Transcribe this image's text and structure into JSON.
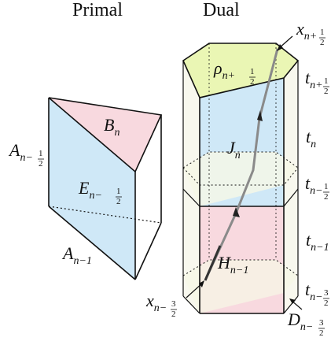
{
  "titles": {
    "primal": "Primal",
    "dual": "Dual"
  },
  "primal_labels": {
    "B": {
      "base": "B",
      "sub": "n"
    },
    "E": {
      "base": "E",
      "sub": "n−",
      "frac_num": "1",
      "frac_den": "2"
    },
    "A_half": {
      "base": "A",
      "sub": "n−",
      "frac_num": "1",
      "frac_den": "2"
    },
    "A_prev": {
      "base": "A",
      "sub": "n−1"
    }
  },
  "dual_labels": {
    "rho": {
      "base": "ρ",
      "sub": "n+",
      "frac_num": "1",
      "frac_den": "2"
    },
    "J": {
      "base": "J",
      "sub": "n"
    },
    "H": {
      "base": "H",
      "sub": "n−1"
    },
    "D": {
      "base": "D",
      "sub": "n−",
      "frac_num": "3",
      "frac_den": "2"
    },
    "x_top": {
      "base": "x",
      "sub": "n+",
      "frac_num": "1",
      "frac_den": "2"
    },
    "x_bot": {
      "base": "x",
      "sub": "n−",
      "frac_num": "3",
      "frac_den": "2"
    }
  },
  "time_labels": {
    "t_top": {
      "base": "t",
      "sub": "n+",
      "frac_num": "1",
      "frac_den": "2"
    },
    "t_n": {
      "base": "t",
      "sub": "n"
    },
    "t_half": {
      "base": "t",
      "sub": "n−",
      "frac_num": "1",
      "frac_den": "2"
    },
    "t_prev": {
      "base": "t",
      "sub": "n−1"
    },
    "t_bot": {
      "base": "t",
      "sub": "n−",
      "frac_num": "3",
      "frac_den": "2"
    }
  },
  "colors": {
    "pink": "#f8d9df",
    "blue": "#cfe8f7",
    "yellow": "#eaf6b4",
    "face_light": "#f8f8ee",
    "line": "#111111",
    "path": "#8a8a8a",
    "path_dark": "#333333"
  }
}
